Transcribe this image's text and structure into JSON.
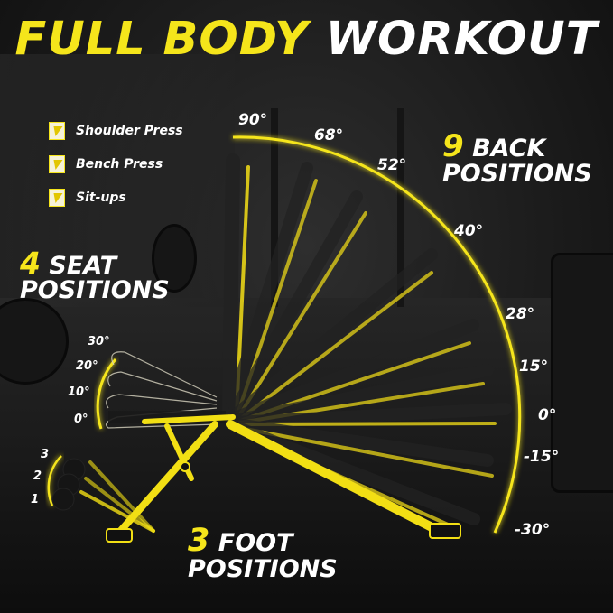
{
  "title": {
    "yellow": "FULL BODY",
    "white": "WORKOUT"
  },
  "features": [
    {
      "icon": "lightning-badge-icon",
      "label": "Shoulder Press"
    },
    {
      "icon": "lightning-badge-icon",
      "label": "Bench Press"
    },
    {
      "icon": "lightning-badge-icon",
      "label": "Sit-ups"
    }
  ],
  "seat": {
    "count": "4",
    "line1": "SEAT",
    "line2": "POSITIONS",
    "angles": [
      "30°",
      "20°",
      "10°",
      "0°"
    ]
  },
  "back": {
    "count": "9",
    "line1": "BACK",
    "line2": "POSITIONS",
    "angles": [
      "90°",
      "68°",
      "52°",
      "40°",
      "28°",
      "15°",
      "0°",
      "-15°",
      "-30°"
    ]
  },
  "foot": {
    "count": "3",
    "line1": "FOOT",
    "line2": "POSITIONS",
    "levels": [
      "3",
      "2",
      "1"
    ]
  },
  "colors": {
    "accent": "#f5e51b",
    "text": "#ffffff",
    "background": "#1c1c1c"
  }
}
